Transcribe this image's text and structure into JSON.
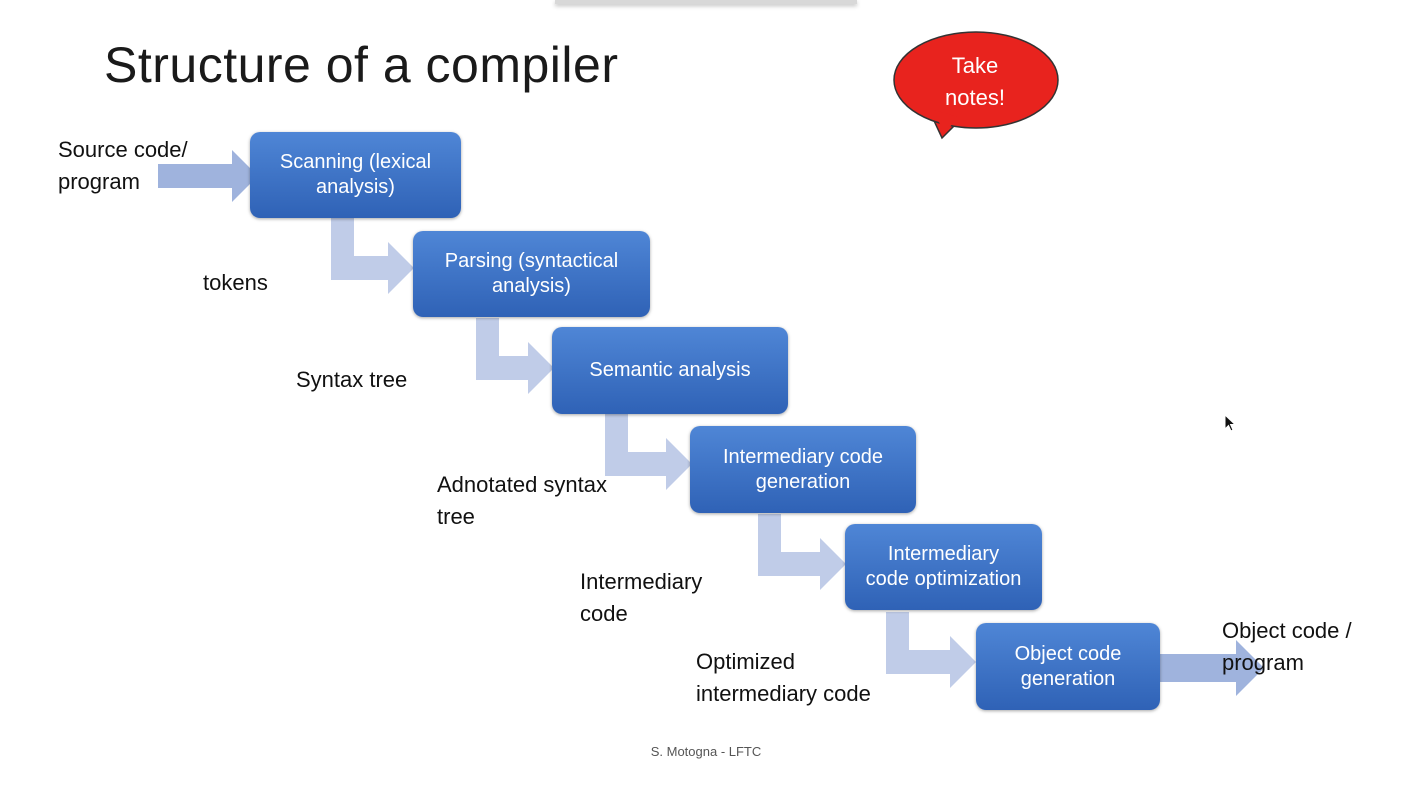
{
  "title": "Structure of a compiler",
  "callout": {
    "line1": "Take",
    "line2": "notes!"
  },
  "input_label": {
    "line1": "Source code/",
    "line2": "program"
  },
  "output_label": {
    "line1": "Object code /",
    "line2": "program"
  },
  "stages": [
    {
      "line1": "Scanning (lexical",
      "line2": "analysis)"
    },
    {
      "line1": "Parsing (syntactical",
      "line2": "analysis)"
    },
    {
      "line1": "Semantic analysis",
      "line2": ""
    },
    {
      "line1": "Intermediary code",
      "line2": "generation"
    },
    {
      "line1": "Intermediary",
      "line2": "code optimization"
    },
    {
      "line1": "Object code",
      "line2": "generation"
    }
  ],
  "intermediate_labels": [
    {
      "line1": "tokens",
      "line2": ""
    },
    {
      "line1": "Syntax tree",
      "line2": ""
    },
    {
      "line1": "Adnotated syntax",
      "line2": "tree"
    },
    {
      "line1": "Intermediary",
      "line2": "code"
    },
    {
      "line1": "Optimized",
      "line2": "intermediary code"
    }
  ],
  "footer": "S. Motogna - LFTC",
  "colors": {
    "stage_fill": "#3b6fc6",
    "arrow_fill": "#b7c5e4",
    "callout_fill": "#e8231e"
  }
}
